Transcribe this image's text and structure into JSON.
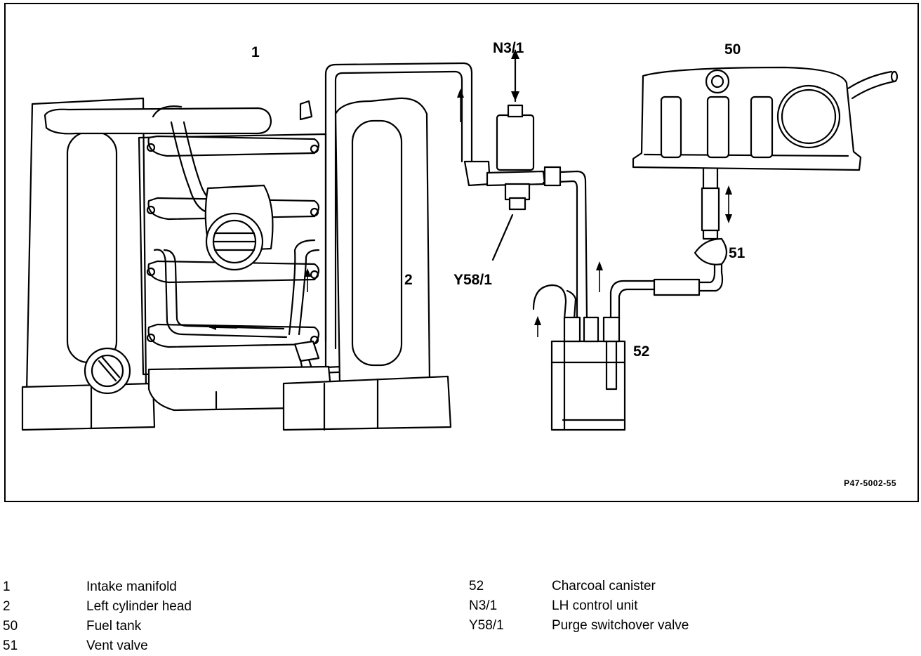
{
  "diagram": {
    "callouts": {
      "c1": "1",
      "c2": "2",
      "c50": "50",
      "c51": "51",
      "c52": "52",
      "n31": "N3/1",
      "y581": "Y58/1"
    },
    "reference_code": "P47-5002-55"
  },
  "legend": {
    "left": [
      {
        "key": "1",
        "text": "Intake manifold"
      },
      {
        "key": "2",
        "text": "Left cylinder head"
      },
      {
        "key": "50",
        "text": "Fuel tank"
      },
      {
        "key": "51",
        "text": "Vent valve"
      }
    ],
    "right": [
      {
        "key": "52",
        "text": "Charcoal canister"
      },
      {
        "key": "N3/1",
        "text": "LH control unit"
      },
      {
        "key": "Y58/1",
        "text": "Purge switchover valve"
      }
    ]
  }
}
